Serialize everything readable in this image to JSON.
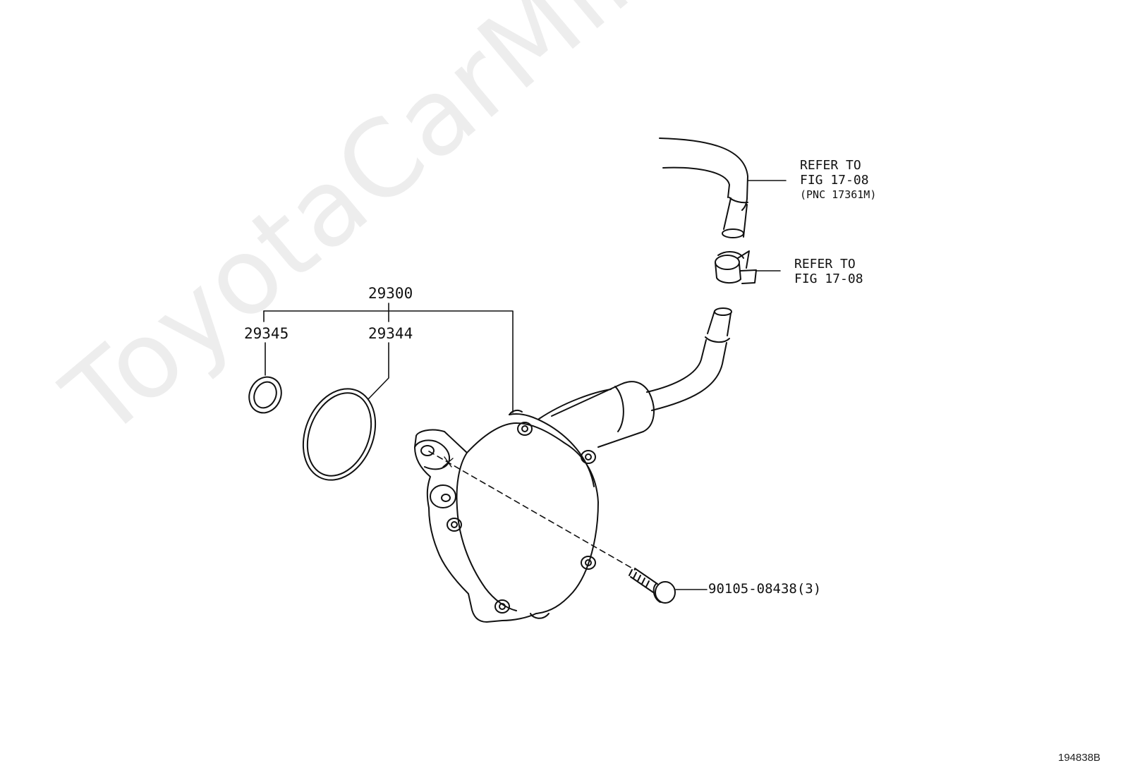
{
  "watermark": "ToyotaCarMine.ru",
  "callouts": {
    "assembly": "29300",
    "o_ring_small": "29345",
    "o_ring_large": "29344",
    "bolt": "90105-08438(3)",
    "hose_ref": {
      "line1": "REFER TO",
      "line2": "FIG 17-08",
      "line3": "(PNC 17361M)"
    },
    "clamp_ref": {
      "line1": "REFER TO",
      "line2": "FIG 17-08"
    }
  },
  "illustration_code": "194838B"
}
